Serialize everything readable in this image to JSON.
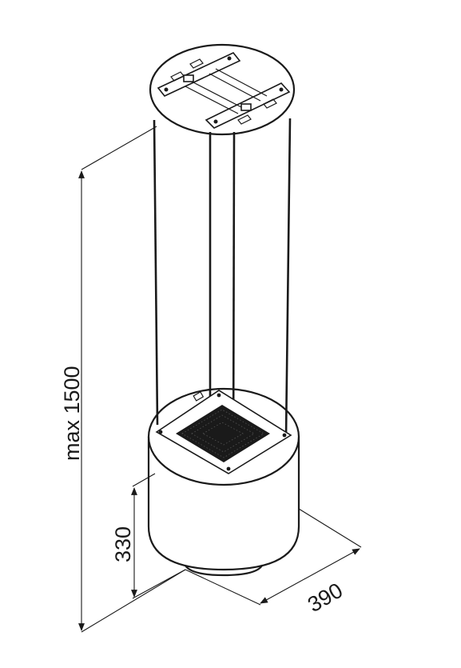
{
  "dimensions": {
    "height_label": "max 1500",
    "body_height_label": "330",
    "diameter_label": "390"
  }
}
